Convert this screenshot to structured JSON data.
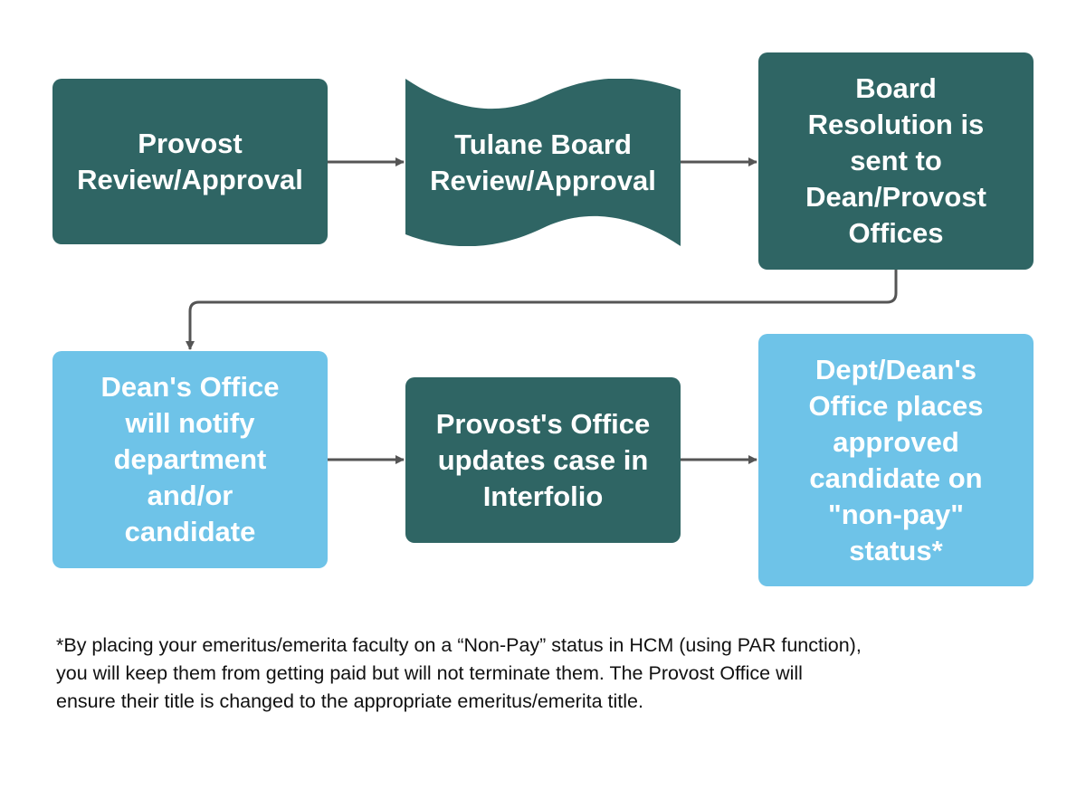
{
  "colors": {
    "dark_node": "#2f6564",
    "light_node": "#6ec3e8",
    "arrow": "#555555",
    "text_light": "#ffffff",
    "footnote_text": "#111111"
  },
  "nodes": {
    "provost_review": "Provost\nReview/Approval",
    "board_review": "Tulane Board\nReview/Approval",
    "resolution_sent": "Board\nResolution is\nsent to\nDean/Provost\nOffices",
    "dean_notify": "Dean's Office\nwill notify\ndepartment\nand/or\ncandidate",
    "interfolio_update": "Provost's Office\nupdates case in\nInterfolio",
    "nonpay_status": "Dept/Dean's\nOffice places\napproved\ncandidate on\n\"non-pay\"\nstatus*"
  },
  "footnote": "*By placing your emeritus/emerita faculty on a “Non-Pay” status in HCM (using PAR function),\nyou will keep them from getting paid but will not terminate them. The Provost Office will\nensure their title is changed to the appropriate emeritus/emerita title."
}
